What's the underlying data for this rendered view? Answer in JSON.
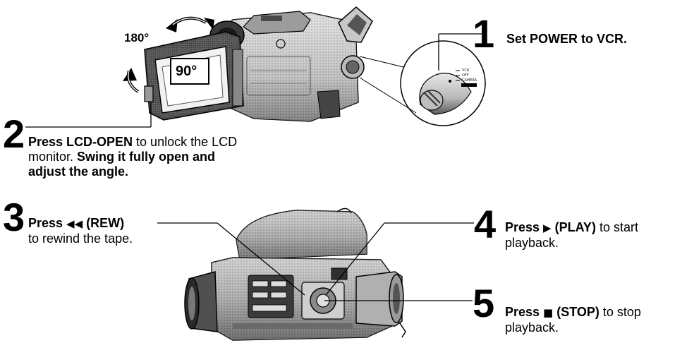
{
  "labels": {
    "rotate_180": "180°",
    "rotate_90": "90°"
  },
  "dial": {
    "marks": [
      "VCR",
      "OFF",
      "CAMERA"
    ]
  },
  "steps": [
    {
      "number": "1",
      "lines": [
        [
          {
            "t": "Set POWER to VCR.",
            "b": true
          }
        ]
      ]
    },
    {
      "number": "2",
      "lines": [
        [
          {
            "t": "Press LCD-OPEN",
            "b": true
          },
          {
            "t": " to unlock the LCD",
            "b": false
          }
        ],
        [
          {
            "t": "monitor. ",
            "b": false
          },
          {
            "t": "Swing it fully open and",
            "b": true
          }
        ],
        [
          {
            "t": "adjust the angle.",
            "b": true
          }
        ]
      ]
    },
    {
      "number": "3",
      "lines": [
        [
          {
            "t": "Press ",
            "b": true
          },
          {
            "t": "◀◀",
            "b": true,
            "g": true
          },
          {
            "t": " (REW)",
            "b": true
          }
        ],
        [
          {
            "t": "to rewind the tape.",
            "b": false
          }
        ]
      ]
    },
    {
      "number": "4",
      "lines": [
        [
          {
            "t": "Press ",
            "b": true
          },
          {
            "t": "▶",
            "b": true,
            "g": true
          },
          {
            "t": " (PLAY)",
            "b": true
          },
          {
            "t": " to start",
            "b": false
          }
        ],
        [
          {
            "t": "playback.",
            "b": false
          }
        ]
      ]
    },
    {
      "number": "5",
      "lines": [
        [
          {
            "t": "Press ",
            "b": true
          },
          {
            "t": "■",
            "b": true,
            "g": true
          },
          {
            "t": " (STOP)",
            "b": true
          },
          {
            "t": " to stop",
            "b": false
          }
        ],
        [
          {
            "t": "playback.",
            "b": false
          }
        ]
      ]
    }
  ]
}
